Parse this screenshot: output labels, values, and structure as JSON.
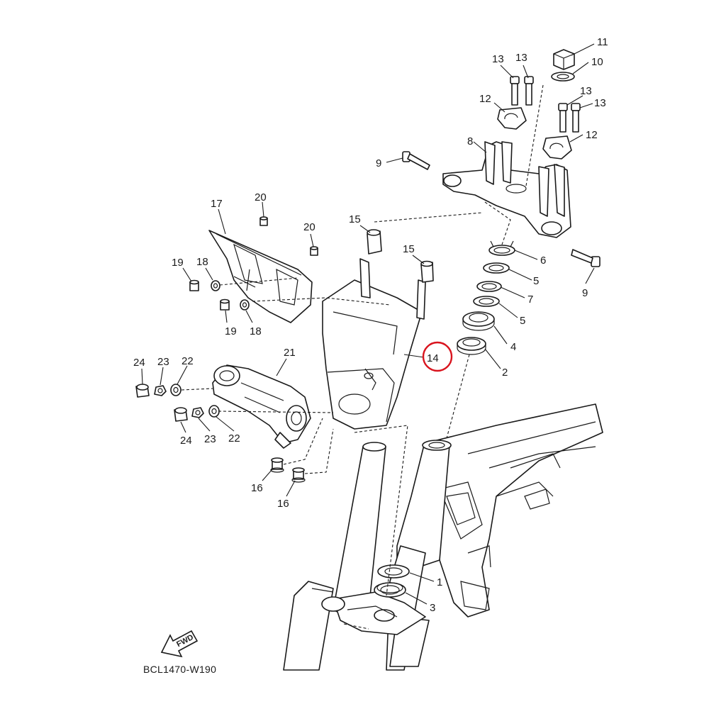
{
  "diagram_code": "BCL1470-W190",
  "direction_label": "FWD",
  "highlight_color": "#d9141e",
  "highlighted_part": "14",
  "callouts": [
    {
      "id": "c11a",
      "label": "11"
    },
    {
      "id": "c10a",
      "label": "10"
    },
    {
      "id": "c13a",
      "label": "13"
    },
    {
      "id": "c13b",
      "label": "13"
    },
    {
      "id": "c13c",
      "label": "13"
    },
    {
      "id": "c13d",
      "label": "13"
    },
    {
      "id": "c12a",
      "label": "12"
    },
    {
      "id": "c12b",
      "label": "12"
    },
    {
      "id": "c8a",
      "label": "8"
    },
    {
      "id": "c9a",
      "label": "9"
    },
    {
      "id": "c9b",
      "label": "9"
    },
    {
      "id": "c6a",
      "label": "6"
    },
    {
      "id": "c5a",
      "label": "5"
    },
    {
      "id": "c7a",
      "label": "7"
    },
    {
      "id": "c5b",
      "label": "5"
    },
    {
      "id": "c4a",
      "label": "4"
    },
    {
      "id": "c2a",
      "label": "2"
    },
    {
      "id": "c14a",
      "label": "14"
    },
    {
      "id": "c15a",
      "label": "15"
    },
    {
      "id": "c15b",
      "label": "15"
    },
    {
      "id": "c17a",
      "label": "17"
    },
    {
      "id": "c20a",
      "label": "20"
    },
    {
      "id": "c20b",
      "label": "20"
    },
    {
      "id": "c19a",
      "label": "19"
    },
    {
      "id": "c18a",
      "label": "18"
    },
    {
      "id": "c19b",
      "label": "19"
    },
    {
      "id": "c18b",
      "label": "18"
    },
    {
      "id": "c21a",
      "label": "21"
    },
    {
      "id": "c24a",
      "label": "24"
    },
    {
      "id": "c23a",
      "label": "23"
    },
    {
      "id": "c22a",
      "label": "22"
    },
    {
      "id": "c24b",
      "label": "24"
    },
    {
      "id": "c23b",
      "label": "23"
    },
    {
      "id": "c22b",
      "label": "22"
    },
    {
      "id": "c16a",
      "label": "16"
    },
    {
      "id": "c16b",
      "label": "16"
    },
    {
      "id": "c1a",
      "label": "1"
    },
    {
      "id": "c3a",
      "label": "3"
    }
  ]
}
